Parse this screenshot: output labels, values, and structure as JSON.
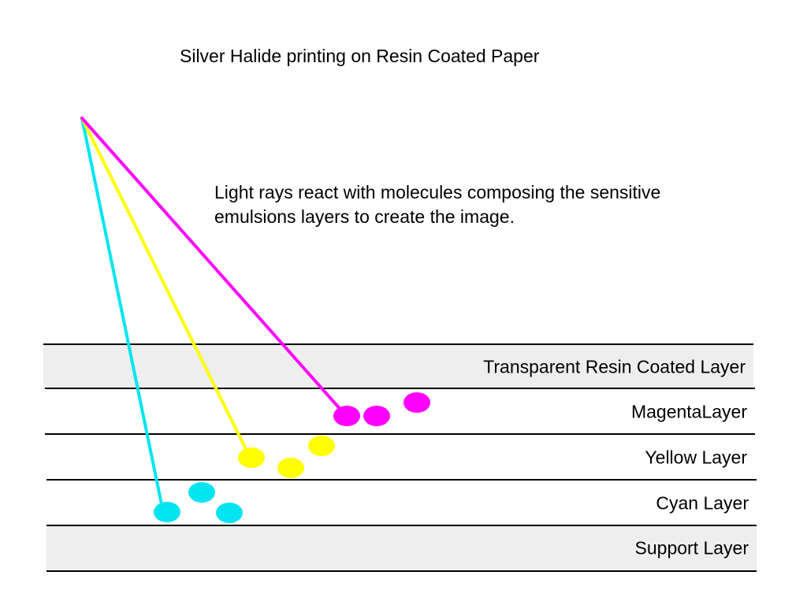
{
  "title": "Silver Halide printing on Resin Coated Paper",
  "caption": {
    "line1": "Light rays react with molecules composing the sensitive",
    "line2": "emulsions layers to create the image."
  },
  "layers": [
    {
      "label": "Transparent Resin Coated Layer",
      "fill": "#eeeeee"
    },
    {
      "label": "MagentaLayer",
      "fill": "#ffffff"
    },
    {
      "label": "Yellow Layer",
      "fill": "#ffffff"
    },
    {
      "label": "Cyan Layer",
      "fill": "#ffffff"
    },
    {
      "label": "Support Layer",
      "fill": "#eeeeee"
    }
  ],
  "colors": {
    "magenta": "#ff00ff",
    "yellow": "#ffff00",
    "cyan": "#00e5f0"
  }
}
